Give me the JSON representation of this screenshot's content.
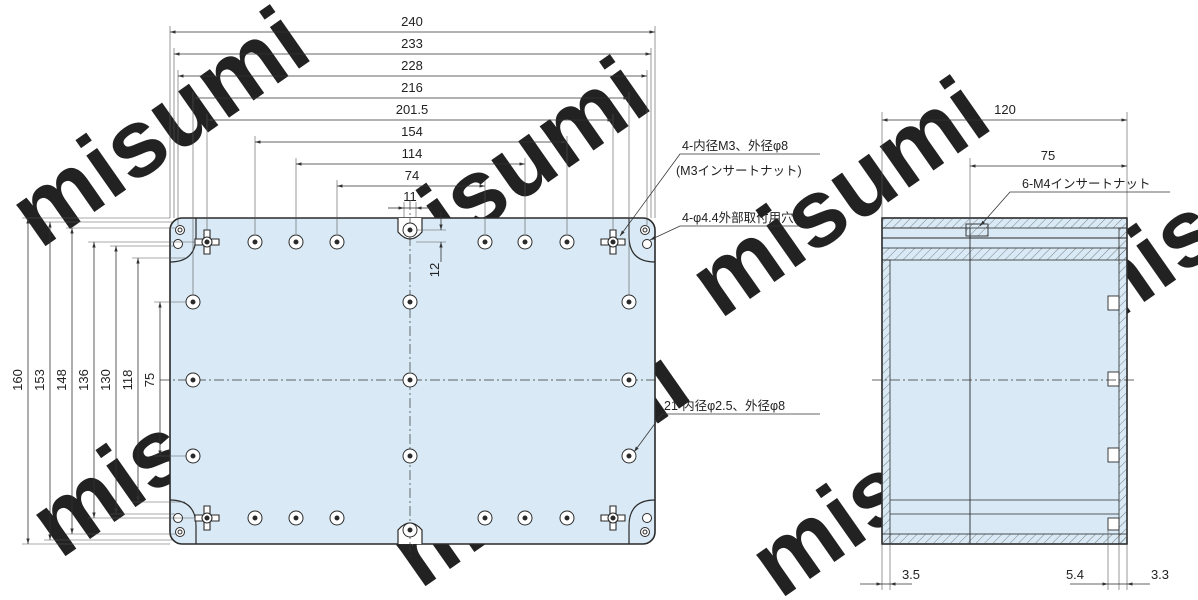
{
  "watermark": "misumi",
  "front_view": {
    "width_dims": [
      "240",
      "233",
      "228",
      "216",
      "201.5",
      "154",
      "114",
      "74",
      "11"
    ],
    "height_dims": [
      "160",
      "153",
      "148",
      "136",
      "130",
      "118",
      "75"
    ],
    "small_dim": "12",
    "notes": {
      "insert_nut_line1": "4-内径M3、外径φ8",
      "insert_nut_line2": "(M3インサートナット)",
      "mount_holes": "4-φ4.4外部取付用穴",
      "cover_holes": "21-内径φ2.5、外径φ8"
    }
  },
  "side_view": {
    "dims": {
      "depth": "120",
      "inner": "75",
      "left_wall": "3.5",
      "step": "5.4",
      "right_wall": "3.3"
    },
    "note": "6-M4インサートナット"
  },
  "colors": {
    "lid_fill": "#d9eaf6",
    "line": "#2a2a2a",
    "watermark": "#e6e6e6"
  }
}
